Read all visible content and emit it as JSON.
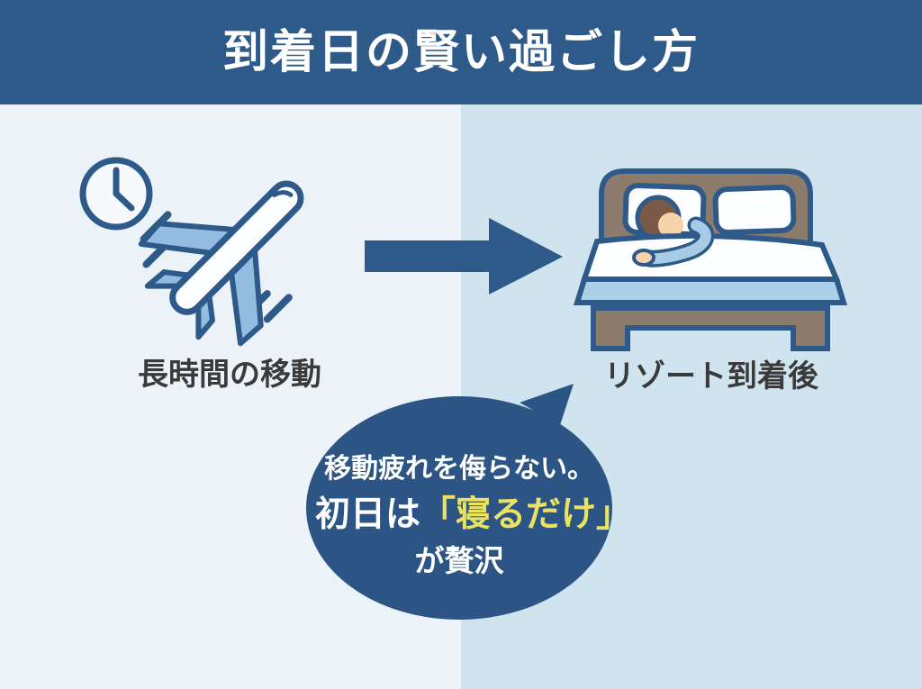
{
  "header": {
    "title": "到着日の賢い過ごし方"
  },
  "flow": {
    "before": {
      "label": "長時間の移動",
      "icons": [
        "clock-icon",
        "airplane-icon"
      ]
    },
    "arrow": {
      "direction": "right",
      "icon": "arrow-right-icon"
    },
    "after": {
      "label": "リゾート到着後",
      "icons": [
        "bed-icon"
      ]
    }
  },
  "speech_bubble": {
    "line1": "移動疲れを侮らない。",
    "line2_prefix": "初日は",
    "line2_highlight": "「寝るだけ」",
    "line3": "が贅沢"
  },
  "colors": {
    "accent_blue": "#2e5a8a",
    "bubble_blue": "#2c5484",
    "bg_left": "#ecf3f8",
    "bg_right": "#cfe4ef",
    "highlight_yellow": "#e9e263",
    "label_text": "#3a3a3a",
    "wing_blue": "#93bcde",
    "sleeve_blue": "#a8cbe8",
    "mattress_blue": "#abd0e8",
    "bed_brown": "#8d7b6c",
    "hair_brown": "#7a5a46",
    "skin_tone": "#f6d3ab",
    "title_white": "#ffffff"
  }
}
